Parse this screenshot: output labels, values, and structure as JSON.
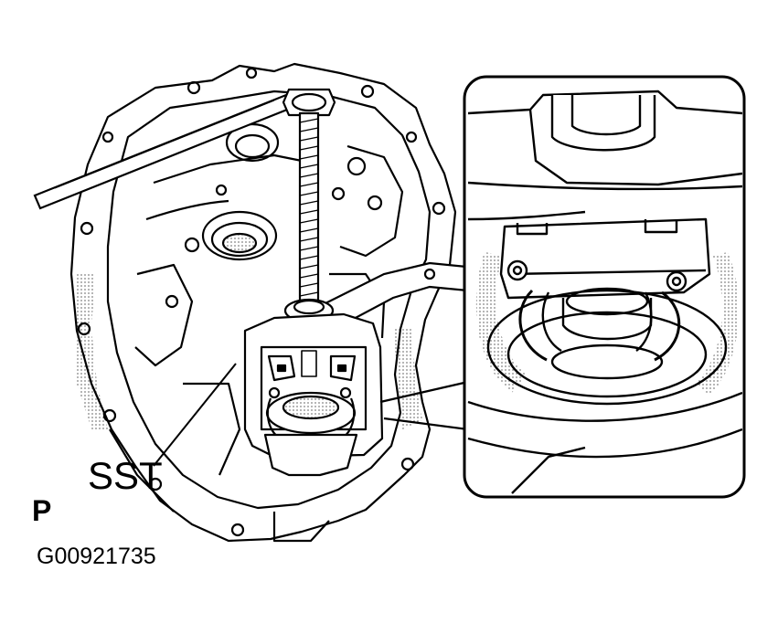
{
  "labels": {
    "tool": "SST",
    "view_marker": "P",
    "figure_id": "G00921735"
  },
  "colors": {
    "ink": "#000000",
    "paper": "#ffffff",
    "shade": "#d6d6d6"
  }
}
